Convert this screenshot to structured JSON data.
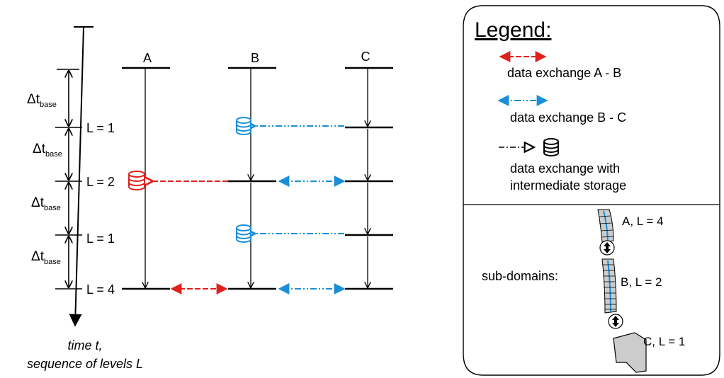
{
  "timeline": {
    "delta_symbol": "Δt",
    "delta_sub": "base",
    "time_label_line1": "time t,",
    "time_label_line2": "sequence of levels L"
  },
  "domains": {
    "a": "A",
    "b": "B",
    "c": "C"
  },
  "levels": [
    "L = 1",
    "L = 2",
    "L = 1",
    "L = 4"
  ],
  "legend": {
    "title": "Legend:",
    "exchange_ab": "data exchange A - B",
    "exchange_bc": "data exchange B - C",
    "storage_line1": "data exchange with",
    "storage_line2": "intermediate storage",
    "subdomains_label": "sub-domains:",
    "sub_a": "A, L = 4",
    "sub_b": "B, L = 2",
    "sub_c": "C, L = 1"
  },
  "colors": {
    "ab_exchange": "#e0201c",
    "bc_exchange": "#1a8fd8",
    "line": "#000000",
    "subdomain_fill": "#cccccc"
  }
}
